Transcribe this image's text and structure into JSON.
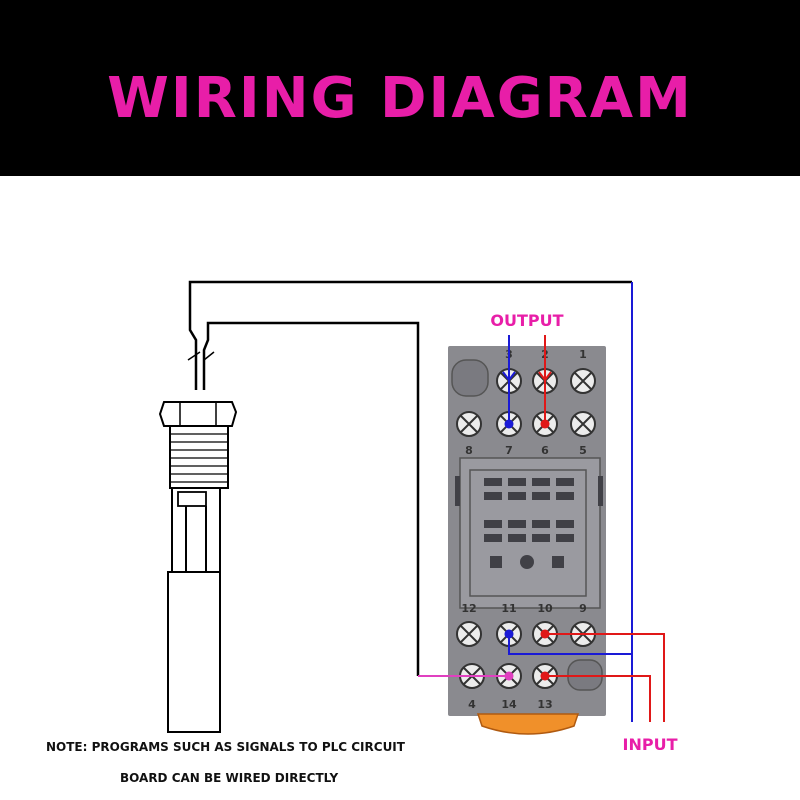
{
  "title": "WIRING DIAGRAM",
  "labels": {
    "output": "OUTPUT",
    "input": "INPUT"
  },
  "terminals": {
    "top_row": [
      "3",
      "2",
      "1"
    ],
    "upper_row": [
      "8",
      "7",
      "6",
      "5"
    ],
    "lower_row": [
      "12",
      "11",
      "10",
      "9"
    ],
    "bottom_row": [
      "4",
      "14",
      "13"
    ]
  },
  "note": {
    "line1": "NOTE: PROGRAMS SUCH AS SIGNALS TO PLC CIRCUIT",
    "line2": "BOARD CAN BE WIRED DIRECTLY"
  },
  "colors": {
    "title": "#e81ea8",
    "label": "#e81ea8",
    "wire_blue": "#1a1ad6",
    "wire_red": "#e01818",
    "wire_pink": "#e040c0",
    "socket": "#8a8a8f",
    "clip": "#f0902a"
  }
}
